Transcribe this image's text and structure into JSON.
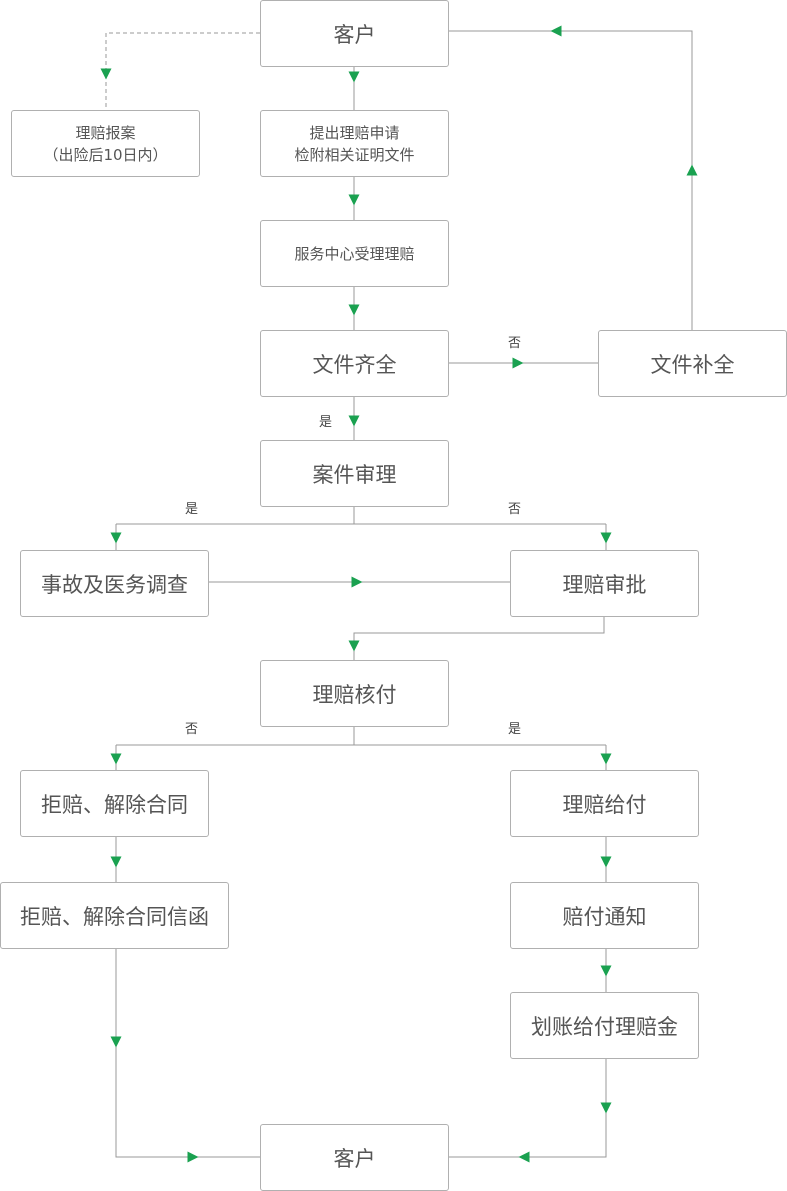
{
  "nodes": {
    "customer_top": "客户",
    "report": [
      "理赔报案",
      "（出险后10日内）"
    ],
    "submit": [
      "提出理赔申请",
      "检附相关证明文件"
    ],
    "service_center": "服务中心受理理赔",
    "docs_complete": "文件齐全",
    "docs_supplement": "文件补全",
    "case_review": "案件审理",
    "investigation": "事故及医务调查",
    "claim_approval": "理赔审批",
    "claim_verify": "理赔核付",
    "reject": "拒赔、解除合同",
    "reject_letter": "拒赔、解除合同信函",
    "pay": "理赔给付",
    "pay_notice": "赔付通知",
    "transfer": "划账给付理赔金",
    "customer_bottom": "客户"
  },
  "labels": {
    "docs_no": "否",
    "docs_yes": "是",
    "review_yes": "是",
    "review_no": "否",
    "verify_no": "否",
    "verify_yes": "是"
  },
  "colors": {
    "arrow": "#1aa150",
    "line": "#999999",
    "border": "#b0b0b0",
    "text": "#555555"
  }
}
